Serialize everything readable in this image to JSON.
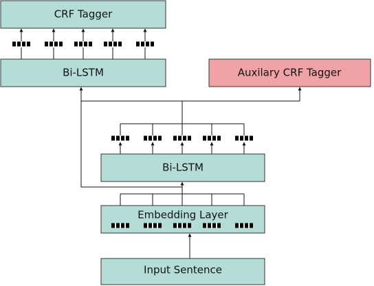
{
  "diagram": {
    "boxes": {
      "crf_tagger": {
        "label": "CRF Tagger"
      },
      "upper_bilstm": {
        "label": "Bi-LSTM"
      },
      "auxiliary_crf_tagger": {
        "label": "Auxilary CRF Tagger"
      },
      "lower_bilstm": {
        "label": "Bi-LSTM"
      },
      "embedding_layer": {
        "label": "Embedding Layer"
      },
      "input_sentence": {
        "label": "Input Sentence"
      }
    },
    "token_vector_count": 5,
    "colors": {
      "layer_fill": "#b4ddd8",
      "auxiliary_fill": "#f0a2a6",
      "border": "#333333",
      "arrow": "#111111",
      "vector": "#000000"
    }
  }
}
